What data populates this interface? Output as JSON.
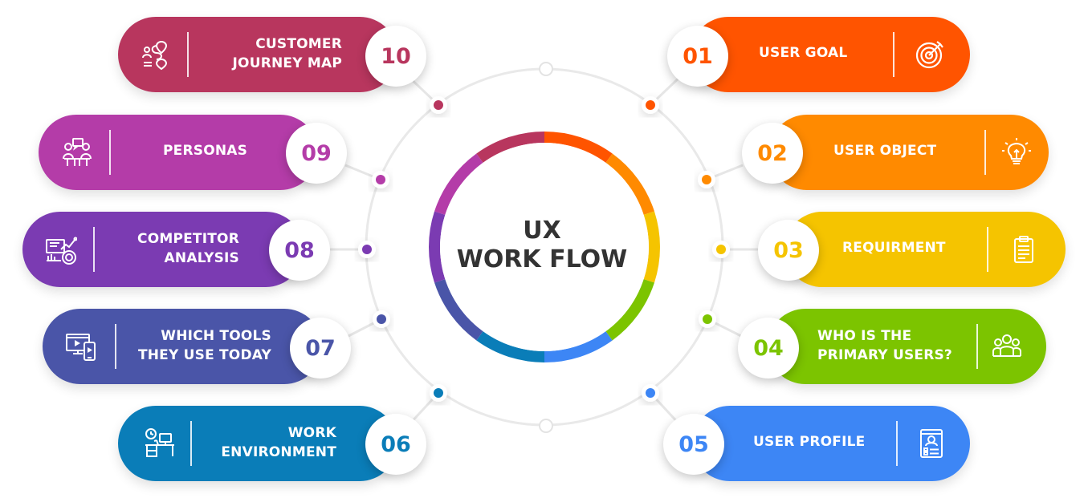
{
  "center": {
    "line1": "UX",
    "line2": "WORK FLOW"
  },
  "steps": {
    "s01": {
      "num": "01",
      "label1": "USER GOAL",
      "label2": "",
      "color": "#FF5400",
      "icon": "target-icon"
    },
    "s02": {
      "num": "02",
      "label1": "USER OBJECT",
      "label2": "",
      "color": "#FF8A00",
      "icon": "lightbulb-icon"
    },
    "s03": {
      "num": "03",
      "label1": "REQUIRMENT",
      "label2": "",
      "color": "#F5C400",
      "icon": "clipboard-icon"
    },
    "s04": {
      "num": "04",
      "label1": "WHO IS THE",
      "label2": "PRIMARY USERS?",
      "color": "#7CC400",
      "icon": "users-icon"
    },
    "s05": {
      "num": "05",
      "label1": "USER PROFILE",
      "label2": "",
      "color": "#3D86F5",
      "icon": "profile-icon"
    },
    "s06": {
      "num": "06",
      "label1": "WORK",
      "label2": "ENVIRONMENT",
      "color": "#0A7DB8",
      "icon": "desk-icon"
    },
    "s07": {
      "num": "07",
      "label1": "WHICH TOOLS",
      "label2": "THEY USE TODAY",
      "color": "#4A55A8",
      "icon": "devices-icon"
    },
    "s08": {
      "num": "08",
      "label1": "COMPETITOR",
      "label2": "ANALYSIS",
      "color": "#7B3BB2",
      "icon": "analysis-icon"
    },
    "s09": {
      "num": "09",
      "label1": "PERSONAS",
      "label2": "",
      "color": "#B43CA8",
      "icon": "personas-icon"
    },
    "s10": {
      "num": "10",
      "label1": "CUSTOMER",
      "label2": "JOURNEY MAP",
      "color": "#B8365E",
      "icon": "journey-map-icon"
    }
  }
}
